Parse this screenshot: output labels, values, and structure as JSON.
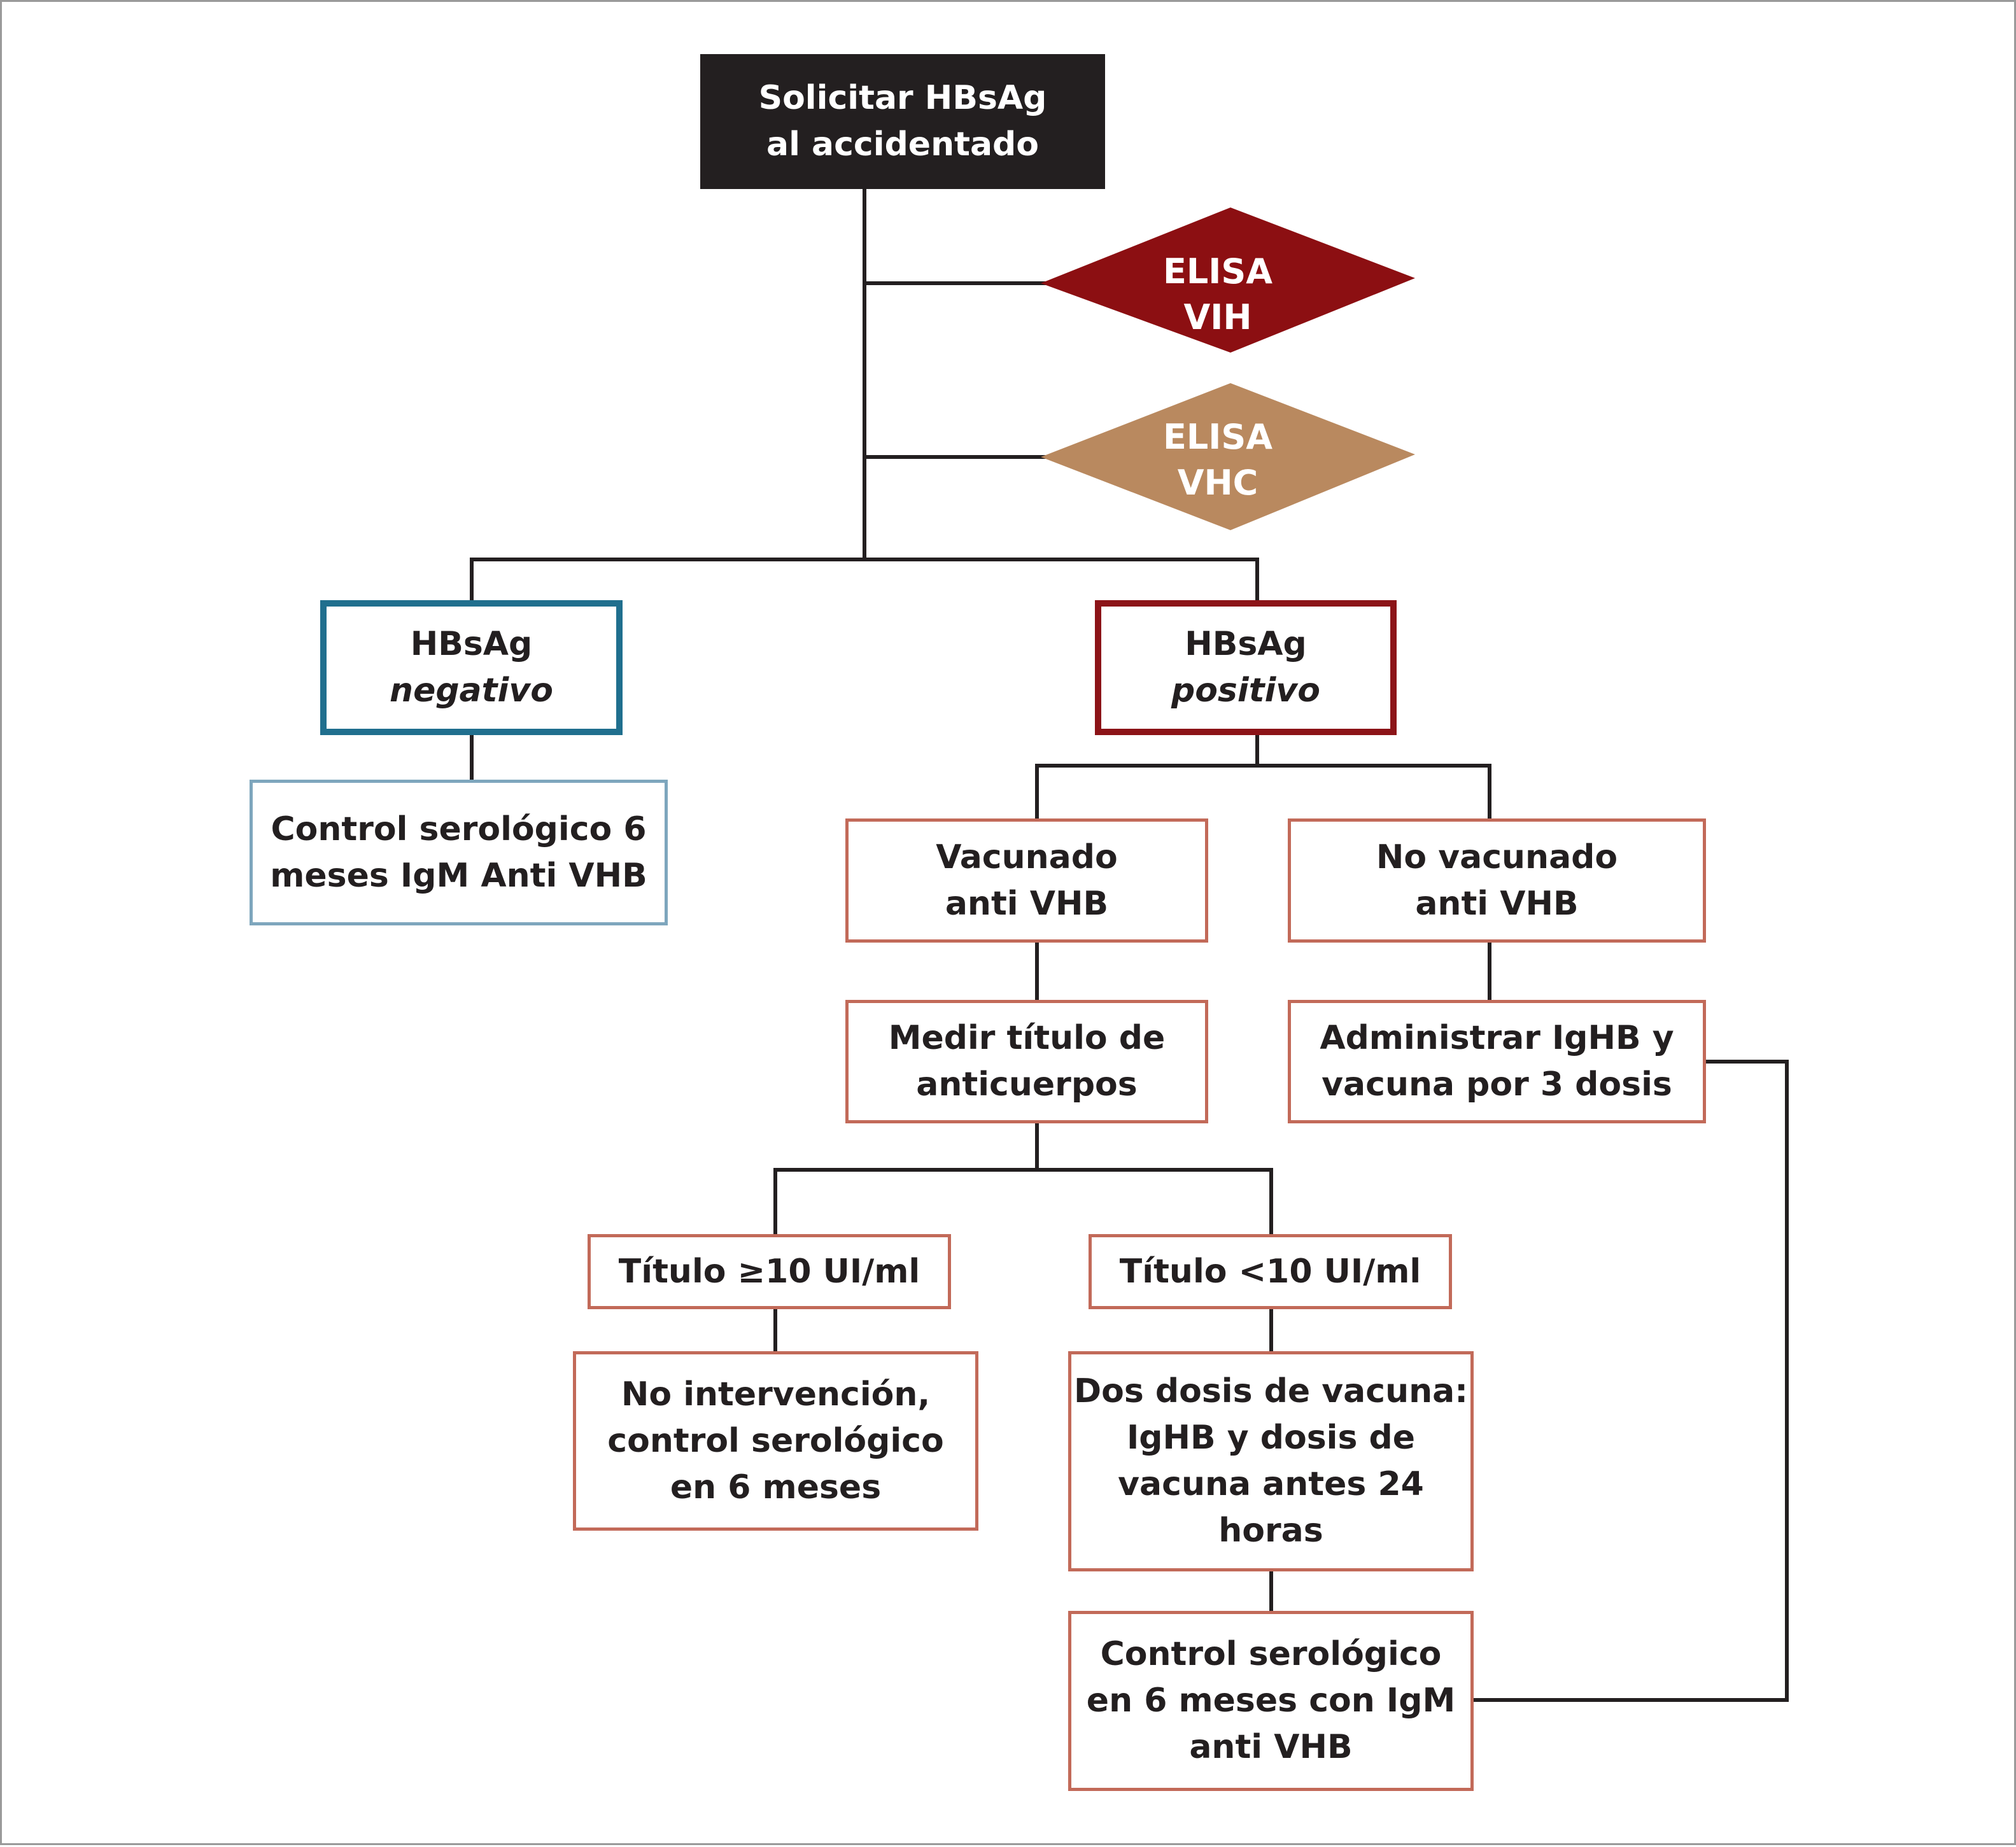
{
  "colors": {
    "start_fill": "#231f20",
    "diamond_vih": "#8c0f12",
    "diamond_vhc": "#b9895f",
    "negative_border": "#206f8e",
    "positive_border": "#8c1418",
    "light_border": "#7ea6bd",
    "salmon_border": "#c26a59",
    "connector": "#231f20"
  },
  "start": {
    "line1": "Solicitar HBsAg",
    "line2": "al accidentado"
  },
  "elisa_vih": {
    "line1": "ELISA",
    "line2": "VIH"
  },
  "elisa_vhc": {
    "line1": "ELISA",
    "line2": "VHC"
  },
  "hbsag_negativo": {
    "line1": "HBsAg",
    "line2": "negativo"
  },
  "hbsag_positivo": {
    "line1": "HBsAg",
    "line2": "positivo"
  },
  "control_negativo": {
    "line1": "Control serológico 6",
    "line2": "meses IgM Anti VHB"
  },
  "vacunado": {
    "line1": "Vacunado",
    "line2": "anti VHB"
  },
  "no_vacunado": {
    "line1": "No vacunado",
    "line2": "anti VHB"
  },
  "medir_titulo": {
    "line1": "Medir título de",
    "line2": "anticuerpos"
  },
  "administrar": {
    "line1": "Administrar IgHB y",
    "line2": "vacuna por 3 dosis"
  },
  "titulo_alto": {
    "line1": "Título ≥10 UI/ml"
  },
  "titulo_bajo": {
    "line1": "Título <10 UI/ml"
  },
  "no_intervencion": {
    "line1": "No intervención,",
    "line2": "control serológico",
    "line3": "en 6 meses"
  },
  "dos_dosis": {
    "line1": "Dos dosis de vacuna:",
    "line2": "IgHB y dosis de",
    "line3": "vacuna antes  24",
    "line4": "horas"
  },
  "control_final": {
    "line1": "Control serológico",
    "line2": "en 6 meses con IgM",
    "line3": "anti VHB"
  }
}
